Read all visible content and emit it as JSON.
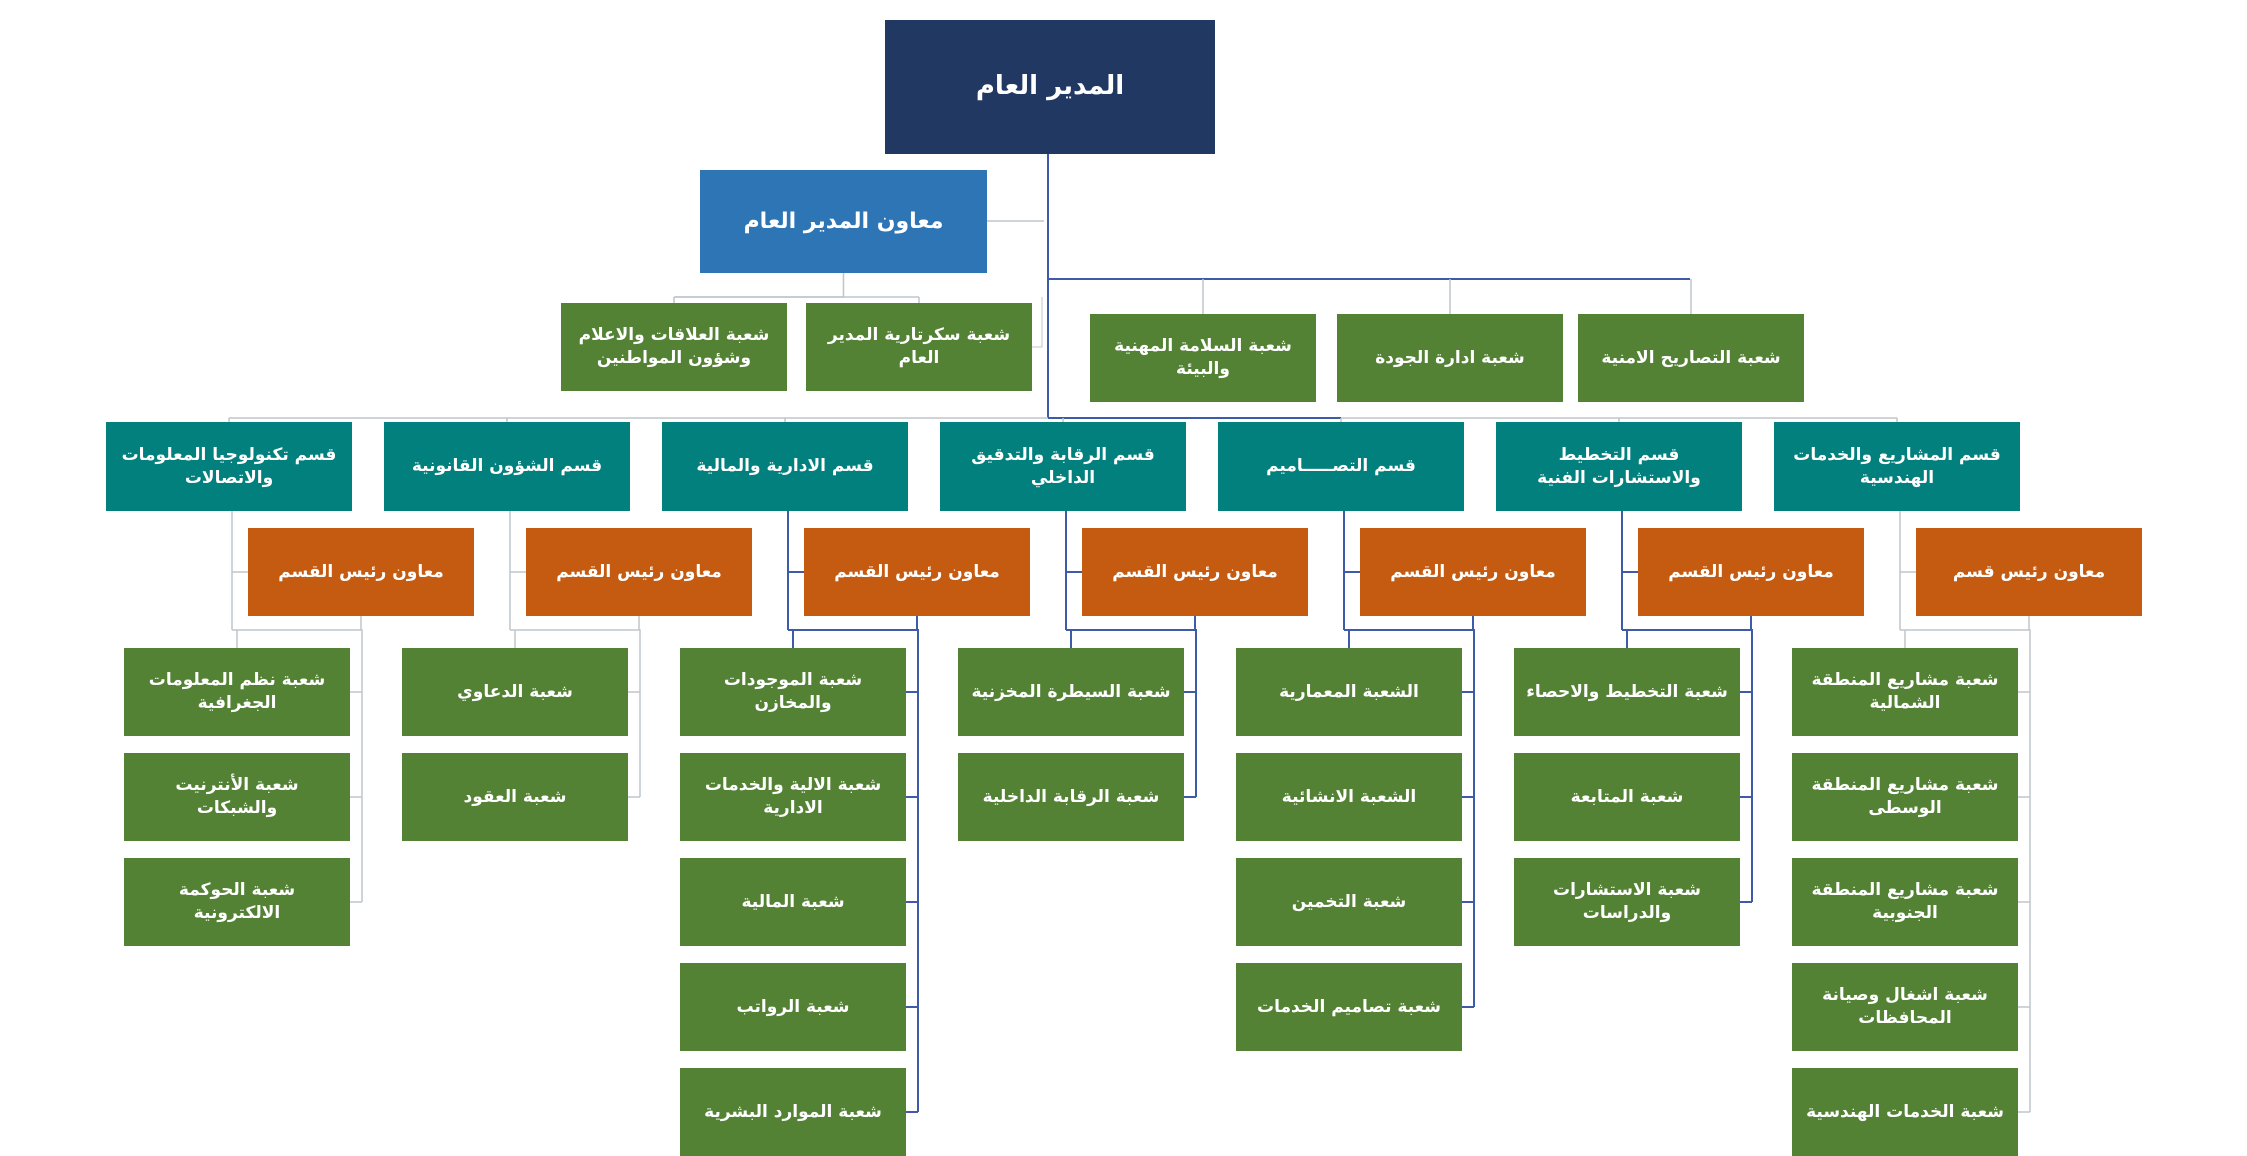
{
  "colors": {
    "top": "#213862",
    "deputy": "#2e75b6",
    "green": "#548235",
    "teal": "#02807e",
    "orange": "#c55a11",
    "blue_line": "#3d5ba8",
    "gray_line": "#bfc5cc"
  },
  "general_manager": "المدير العام",
  "deputy_manager": "معاون المدير العام",
  "deputy_sections": [
    "شعبة سكرتارية المدير العام",
    "شعبة العلاقات والاعلام وشؤون المواطنين"
  ],
  "direct_sections": [
    "شعبة التصاريح الامنية",
    "شعبة ادارة الجودة",
    "شعبة السلامة المهنية والبيئة"
  ],
  "departments": [
    {
      "name": "قسم المشاريع والخدمات الهندسية",
      "assistant": "معاون رئيس قسم",
      "sections": [
        "شعبة مشاريع المنطقة الشمالية",
        "شعبة مشاريع المنطقة الوسطى",
        "شعبة مشاريع المنطقة الجنوبية",
        "شعبة اشغال وصيانة المحافظات",
        "شعبة الخدمات الهندسية"
      ]
    },
    {
      "name": "قسم التخطيط والاستشارات الفنية",
      "assistant": "معاون رئيس القسم",
      "sections": [
        "شعبة  التخطيط والاحصاء",
        "شعبة  المتابعة",
        "شعبة  الاستشارات والدراسات"
      ]
    },
    {
      "name": "قسم  التصـــــاميم",
      "assistant": "معاون رئيس القسم",
      "sections": [
        "الشعبة  المعمارية",
        "الشعبة  الانشائية",
        "شعبة التخمين",
        "شعبة تصاميم الخدمات"
      ]
    },
    {
      "name": "قسم الرقابة والتدقيق الداخلي",
      "assistant": "معاون رئيس القسم",
      "sections": [
        "شعبة السيطرة المخزنية",
        "شعبة الرقابة الداخلية"
      ]
    },
    {
      "name": "قسم الادارية والمالية",
      "assistant": "معاون رئيس القسم",
      "sections": [
        "شعبة الموجودات والمخازن",
        "شعبة الالية والخدمات الادارية",
        "شعبة المالية",
        "شعبة الرواتب",
        "شعبة الموارد البشرية"
      ]
    },
    {
      "name": "قسم الشؤون القانونية",
      "assistant": "معاون رئيس القسم",
      "sections": [
        "شعبة الدعاوي",
        "شعبة العقود"
      ]
    },
    {
      "name": "قسم تكنولوجيا المعلومات والاتصالات",
      "assistant": "معاون رئيس القسم",
      "sections": [
        "شعبة نظم المعلومات الجغرافية",
        "شعبة الأنترنيت والشبكات",
        "شعبة الحوكمة الالكترونية"
      ]
    }
  ]
}
